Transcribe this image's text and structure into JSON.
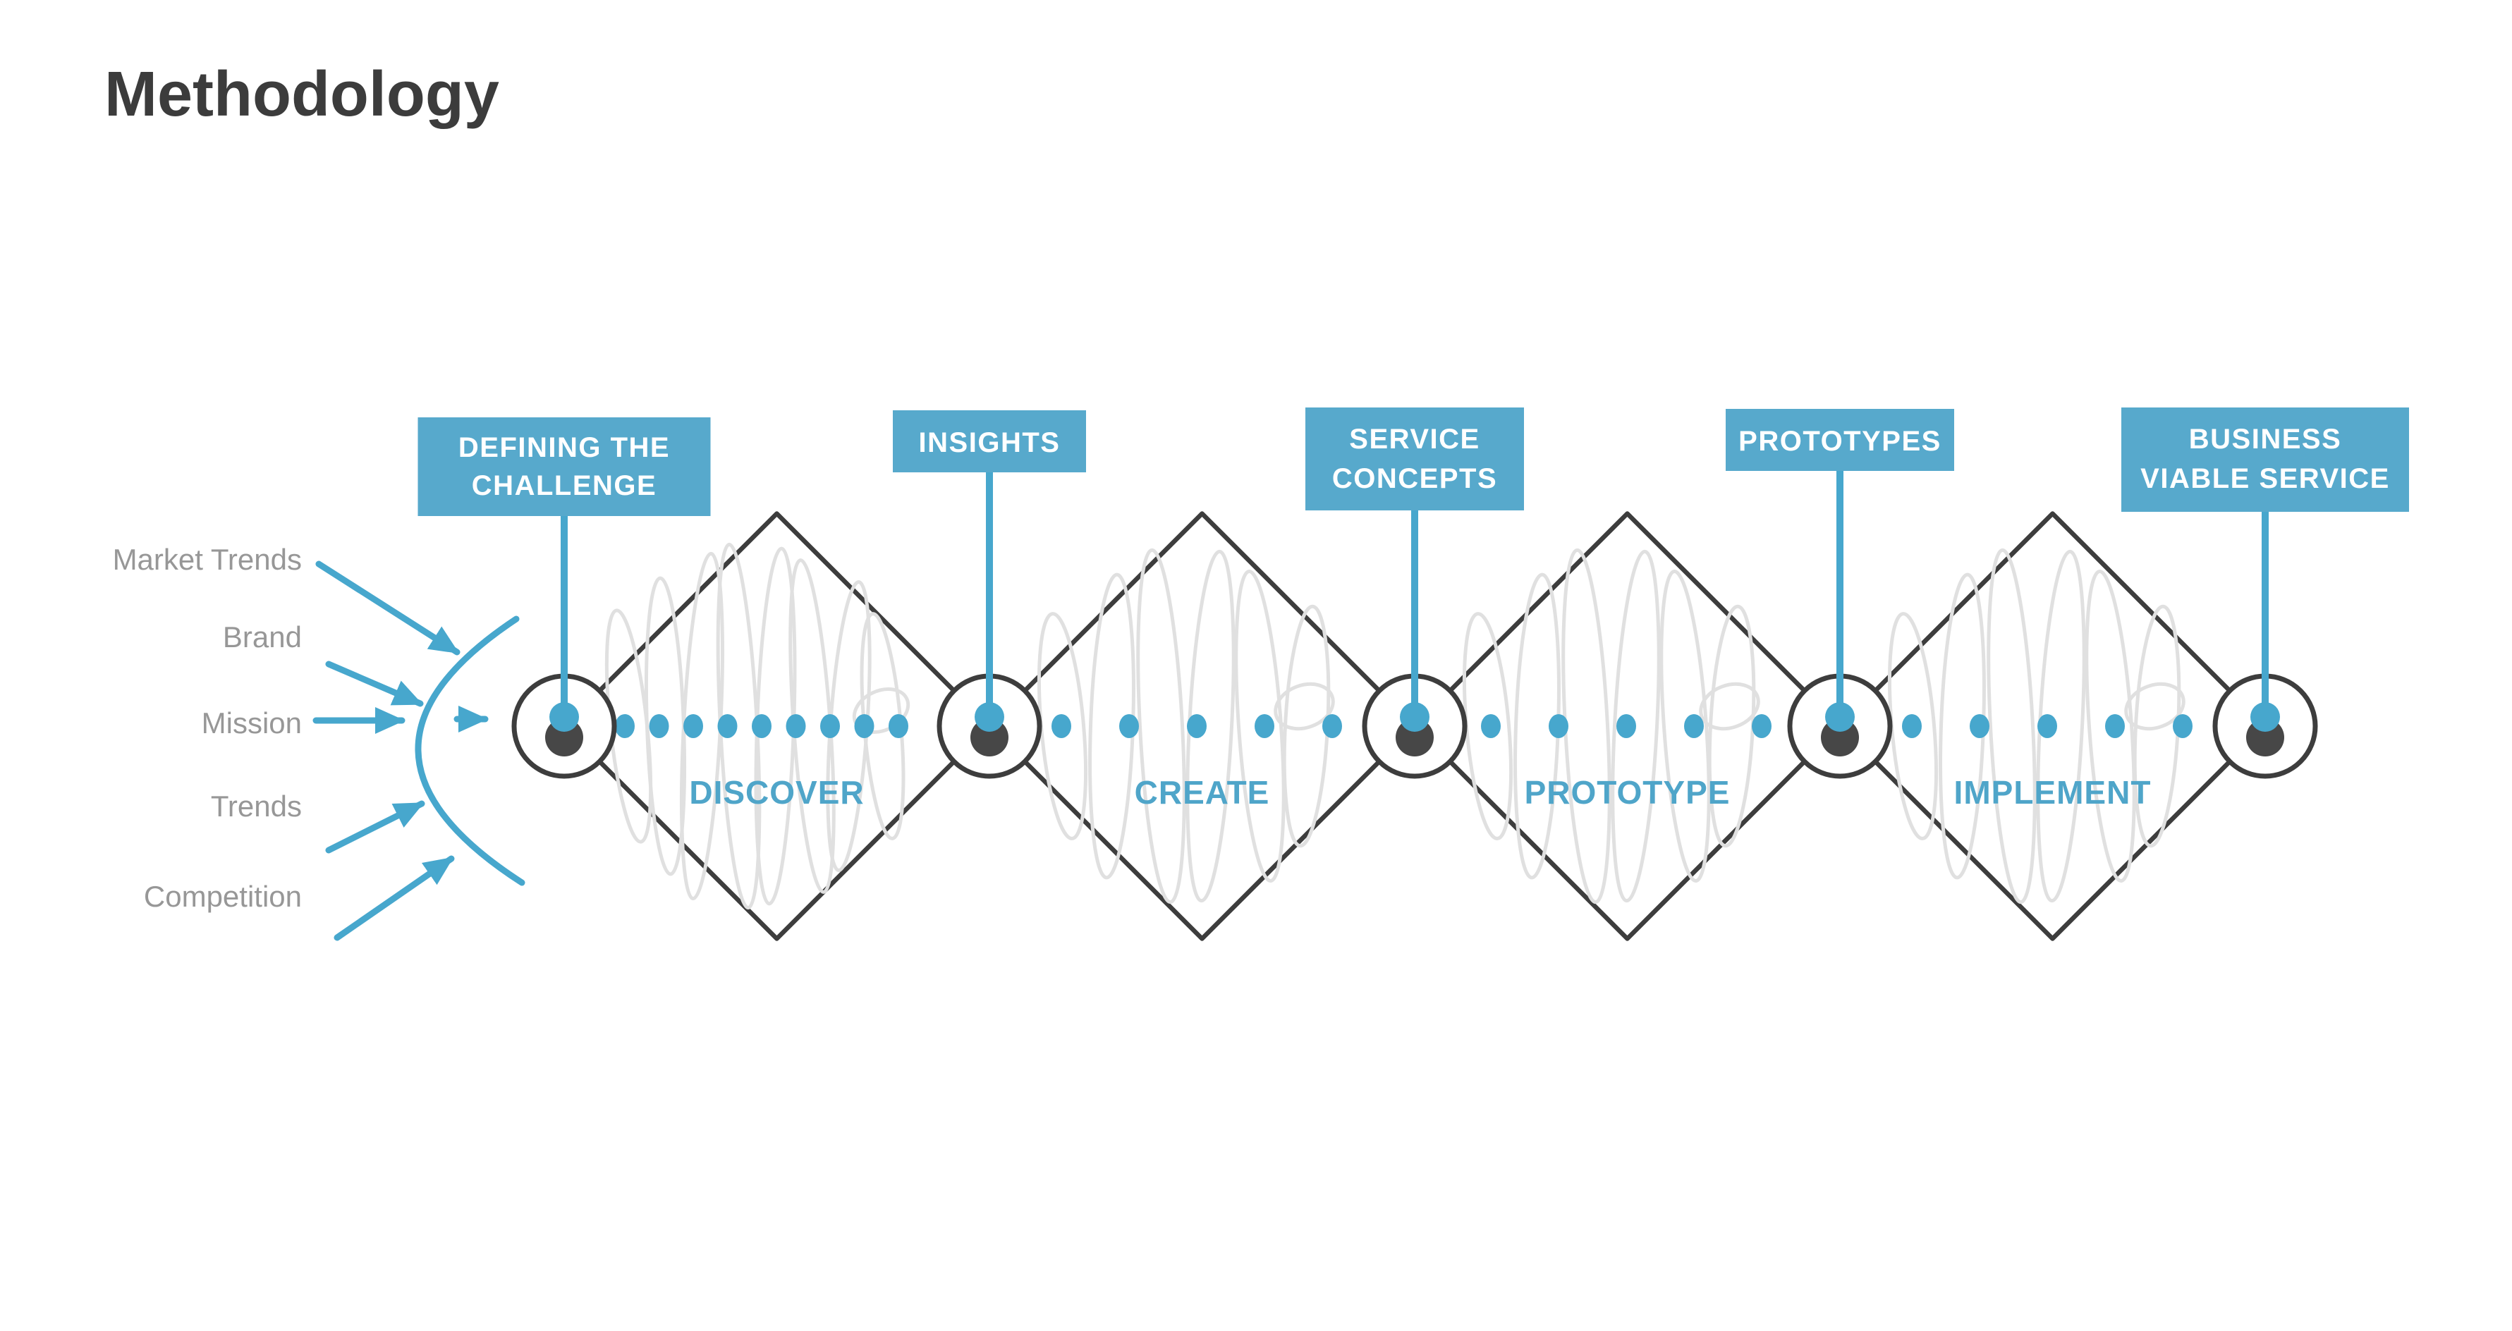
{
  "title": "Methodology",
  "theme": {
    "accent": "#47a7cd",
    "badge_bg": "#57a9cc",
    "badge_text": "#ffffff",
    "phase_label": "#4fa5c9",
    "outline": "#3d3d3d",
    "node_dot": "#474747",
    "scribble": "#e0e0e0",
    "input_label": "#979797",
    "title_color": "#3c3c3c",
    "background": "#ffffff"
  },
  "inputs": {
    "items": [
      {
        "label": "Market Trends"
      },
      {
        "label": "Brand"
      },
      {
        "label": "Mission"
      },
      {
        "label": "Trends"
      },
      {
        "label": "Competition"
      }
    ]
  },
  "badges": {
    "items": [
      {
        "line1": "DEFINING THE",
        "line2": "CHALLENGE"
      },
      {
        "line1": "INSIGHTS",
        "line2": ""
      },
      {
        "line1": "SERVICE",
        "line2": "CONCEPTS"
      },
      {
        "line1": "PROTOTYPES",
        "line2": ""
      },
      {
        "line1": "BUSINESS",
        "line2": "VIABLE SERVICE"
      }
    ]
  },
  "phases": {
    "items": [
      {
        "label": "DISCOVER"
      },
      {
        "label": "CREATE"
      },
      {
        "label": "PROTOTYPE"
      },
      {
        "label": "IMPLEMENT"
      }
    ]
  }
}
